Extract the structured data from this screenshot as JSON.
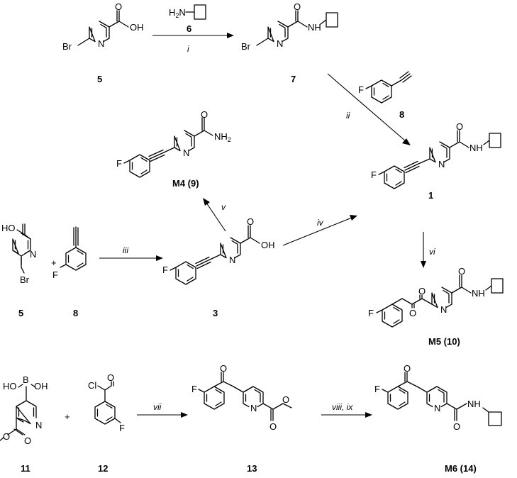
{
  "atoms": {
    "br": "Br",
    "f": "F",
    "n": "N",
    "o": "O",
    "oh": "OH",
    "ho": "HO",
    "nh": "NH",
    "h2n": "H2N",
    "nh2_main": "NH",
    "nh2_sub": "2",
    "cl": "Cl",
    "b": "B",
    "h": "H"
  },
  "compounds": {
    "c5a": "5",
    "c6": "6",
    "c7": "7",
    "c8a": "8",
    "c1": "1",
    "c5b": "5",
    "c8b": "8",
    "c3": "3",
    "c9_name": "M4",
    "c9_num": "9",
    "c10_name": "M5",
    "c10_num": "10",
    "c11": "11",
    "c12": "12",
    "c13": "13",
    "c14_name": "M6",
    "c14_num": "14"
  },
  "steps": {
    "i": "i",
    "ii": "ii",
    "iii": "iii",
    "iv": "iv",
    "v": "v",
    "vi": "vi",
    "vii": "vii",
    "viii_ix": "viii, ix"
  },
  "plus": "+"
}
